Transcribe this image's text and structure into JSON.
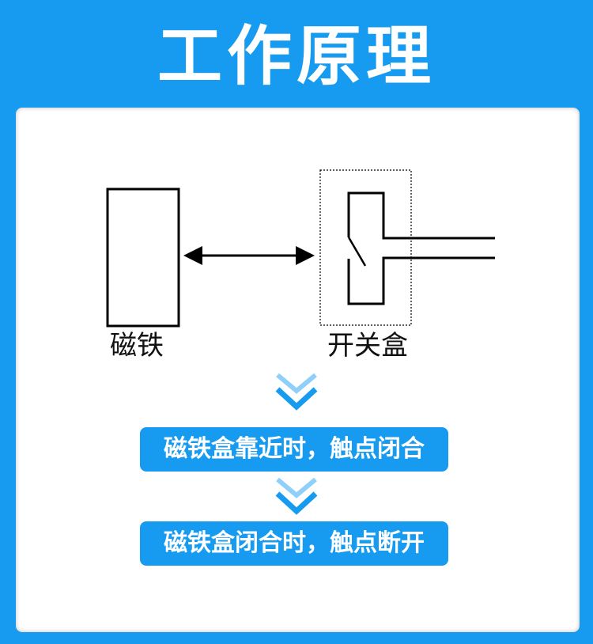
{
  "title": "工作原理",
  "diagram": {
    "magnet_label": "磁铁",
    "switch_box_label": "开关盒"
  },
  "steps": [
    "磁铁盒靠近时，触点闭合",
    "磁铁盒闭合时，触点断开"
  ],
  "colors": {
    "background": "#169BF1",
    "panel": "#FFFFFF",
    "chevron_light": "#8FD0FA",
    "chevron_dark": "#169BF1"
  }
}
